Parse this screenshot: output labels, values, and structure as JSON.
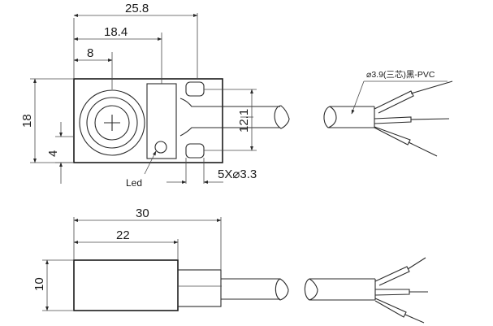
{
  "front_view": {
    "dims": {
      "width_total": "25.8",
      "width_mid": "18.4",
      "width_short": "8",
      "height_total": "18",
      "height_low": "4",
      "hole_spacing": "12.1",
      "holes": "5X⌀3.3"
    },
    "led_label": "Led"
  },
  "cable_spec": "⌀3.9(三芯)黑-PVC",
  "side_view": {
    "dims": {
      "length_total": "30",
      "length_body": "22",
      "thickness": "10"
    }
  }
}
